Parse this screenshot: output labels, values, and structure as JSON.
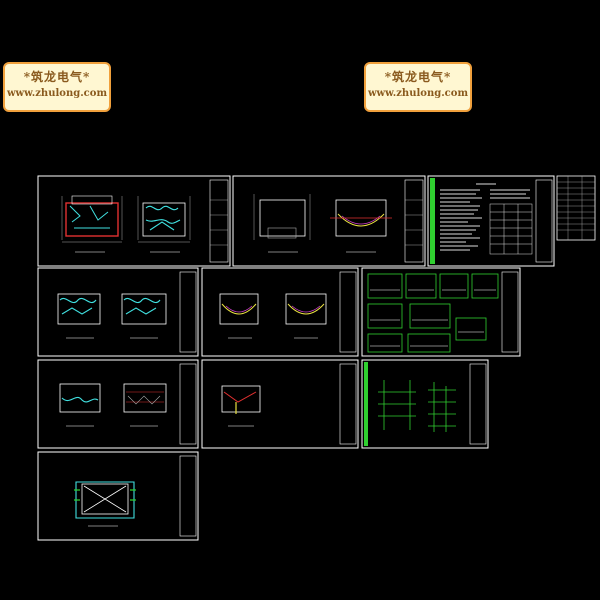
{
  "watermarks": [
    {
      "line1": "*筑龙电气*",
      "line2": "www.zhulong.com"
    },
    {
      "line1": "*筑龙电气*",
      "line2": "www.zhulong.com"
    }
  ],
  "colors": {
    "background": "#000000",
    "sheet_border": "#ffffff",
    "logo_border": "#f0a03c",
    "logo_fill": "#fff7d2",
    "logo_text": "#8a5a1e",
    "wall_red": "#e23030",
    "wire_cyan": "#40e0e0",
    "panel_green": "#30d030",
    "accent_yellow": "#e8e040",
    "accent_magenta": "#d040d0"
  },
  "sheets": [
    {
      "id": "floor-plan-1",
      "kind": "dual-plan"
    },
    {
      "id": "floor-plan-2",
      "kind": "dual-plan"
    },
    {
      "id": "design-notes",
      "kind": "notes"
    },
    {
      "id": "equipment-table",
      "kind": "table"
    },
    {
      "id": "floor-plan-3",
      "kind": "dual-plan"
    },
    {
      "id": "floor-plan-4",
      "kind": "dual-plan"
    },
    {
      "id": "distribution-boxes",
      "kind": "schematic"
    },
    {
      "id": "floor-plan-5",
      "kind": "dual-plan"
    },
    {
      "id": "roof-plan",
      "kind": "single-plan"
    },
    {
      "id": "riser-diagram",
      "kind": "riser"
    },
    {
      "id": "ground-plan",
      "kind": "single-plan"
    }
  ]
}
